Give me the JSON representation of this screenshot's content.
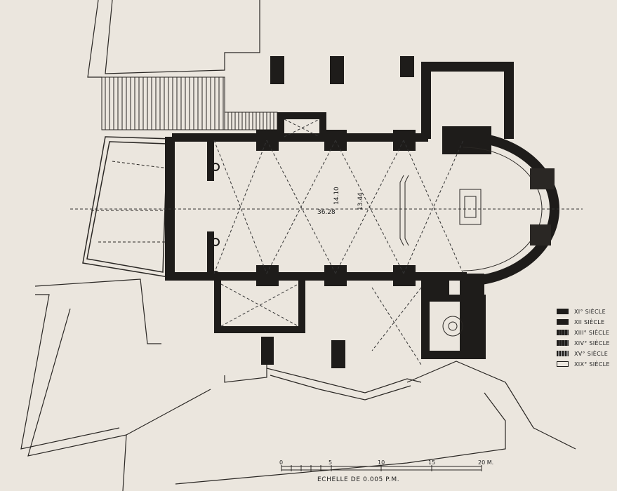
{
  "plan": {
    "dimensions": [
      "36.28",
      "14.10",
      "13.44"
    ]
  },
  "legend": [
    {
      "label": "XI° SIÈCLE",
      "style": "solid"
    },
    {
      "label": "XII SIÈCLE",
      "style": "solid"
    },
    {
      "label": "XIII° SIÈCLE",
      "style": "dots"
    },
    {
      "label": "XIV° SIÈCLE",
      "style": "dots"
    },
    {
      "label": "XV° SIÈCLE",
      "style": "light"
    },
    {
      "label": "XIX° SIÈCLE",
      "style": "empty"
    }
  ],
  "scale": {
    "ticks": [
      "0",
      "5",
      "10",
      "15",
      "20 M."
    ],
    "caption": "ECHELLE DE 0.005 P.M."
  }
}
